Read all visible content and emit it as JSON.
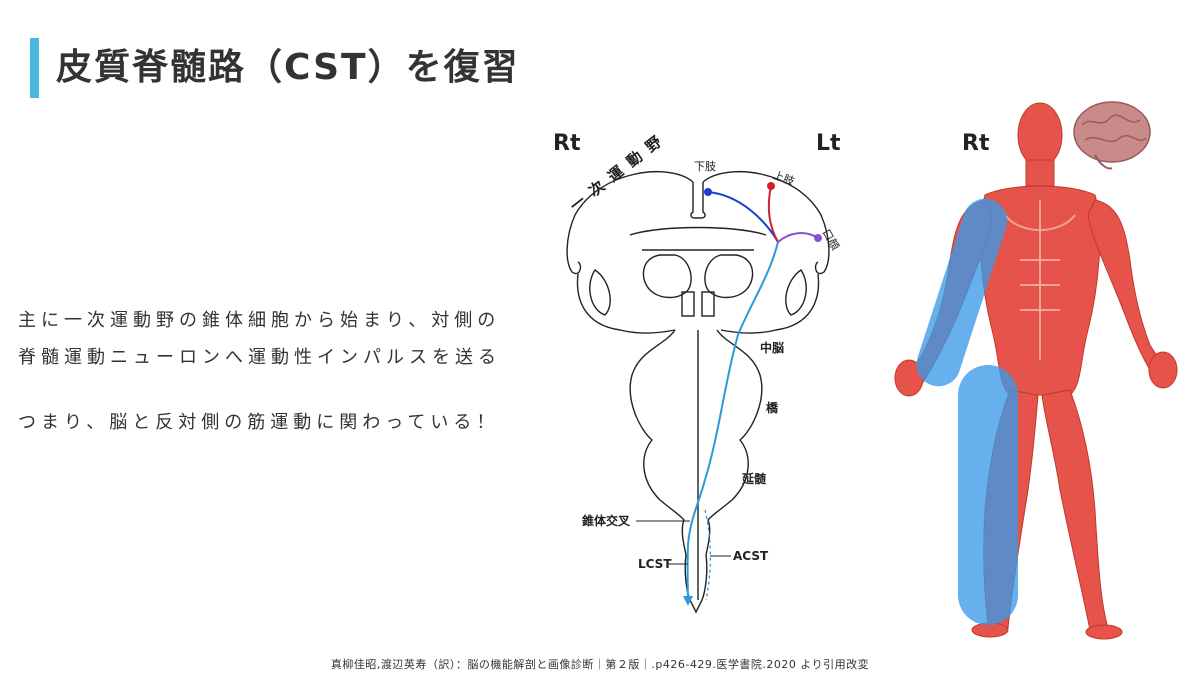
{
  "slide": {
    "title": "皮質脊髄路（CST）を復習",
    "accent_color": "#4bb8e0",
    "body_lines": [
      "主に一次運動野の錐体細胞から始まり、対側の",
      "脊髄運動ニューロンへ運動性インパルスを送る",
      "つまり、脳と反対側の筋運動に関わっている！"
    ],
    "footer": "真柳佳昭,渡辺英寿（訳）：脳の機能解剖と画像診断｜第２版｜.p426-429.医学書院.2020 より引用改変"
  },
  "diagram": {
    "side_right": "Rt",
    "side_left": "Lt",
    "cortex_label": "一次運動野",
    "lower_limb": "下肢",
    "upper_limb": "上肢",
    "face": "口顔",
    "midbrain": "中脳",
    "pons": "橋",
    "medulla": "延髄",
    "decussation": "錐体交叉",
    "lcst": "LCST",
    "acst": "ACST",
    "tract_color": "#2a9ad8",
    "lower_limb_color": "#1a3fd0",
    "upper_limb_color": "#d02030",
    "face_color": "#8a4fd0"
  },
  "body_figure": {
    "side_label": "Rt",
    "muscle_color": "#e5534b",
    "highlight_color": "#3a9ae8",
    "icons": [
      "muscle-body-icon",
      "brain-icon"
    ]
  }
}
